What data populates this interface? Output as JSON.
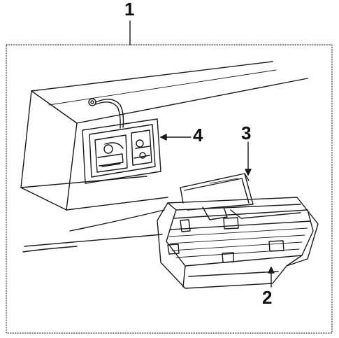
{
  "callouts": [
    {
      "id": "1",
      "text": "1"
    },
    {
      "id": "2",
      "text": "2"
    },
    {
      "id": "3",
      "text": "3"
    },
    {
      "id": "4",
      "text": "4"
    }
  ],
  "colors": {
    "line": "#1a1a1a",
    "background": "#ffffff"
  }
}
